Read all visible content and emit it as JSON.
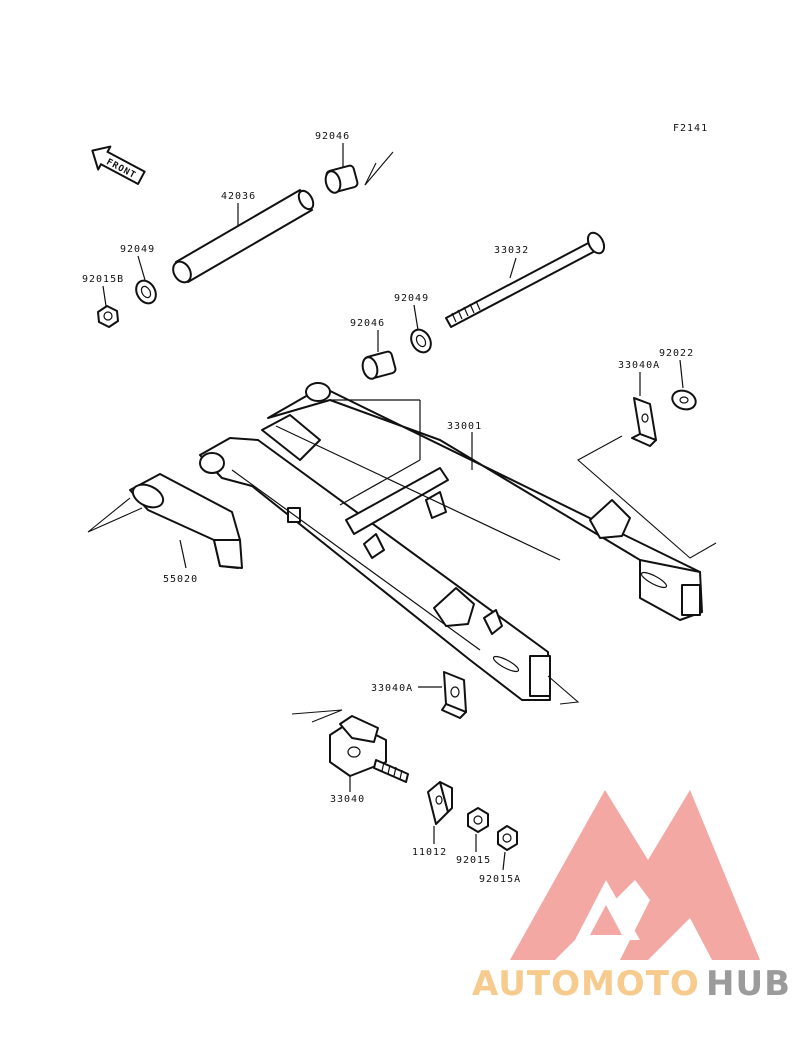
{
  "figure_code": "F2141",
  "front_label": "FRONT",
  "callouts": [
    {
      "id": "92046_top",
      "text": "92046"
    },
    {
      "id": "42036",
      "text": "42036"
    },
    {
      "id": "92049_left",
      "text": "92049"
    },
    {
      "id": "92015B",
      "text": "92015B"
    },
    {
      "id": "33032",
      "text": "33032"
    },
    {
      "id": "92049_mid",
      "text": "92049"
    },
    {
      "id": "92046_mid",
      "text": "92046"
    },
    {
      "id": "92022",
      "text": "92022"
    },
    {
      "id": "33040A_right",
      "text": "33040A"
    },
    {
      "id": "33001",
      "text": "33001"
    },
    {
      "id": "55020",
      "text": "55020"
    },
    {
      "id": "33040A_bottom",
      "text": "33040A"
    },
    {
      "id": "33040",
      "text": "33040"
    },
    {
      "id": "11012",
      "text": "11012"
    },
    {
      "id": "92015",
      "text": "92015"
    },
    {
      "id": "92015A",
      "text": "92015A"
    }
  ],
  "watermark": {
    "part1": "AUTOMOTO",
    "part2": "HUB",
    "colors": {
      "red": "#f29a95",
      "orange": "#f5c27a",
      "gray": "#8a8a8a"
    }
  }
}
